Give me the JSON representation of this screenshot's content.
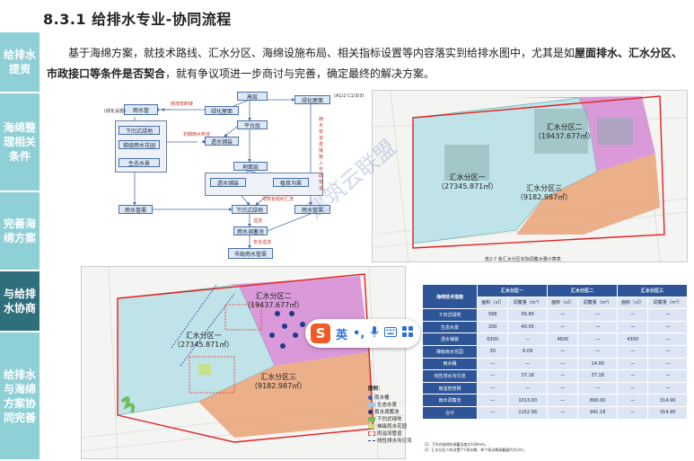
{
  "header": {
    "title": "8.3.1  给排水专业-协同流程"
  },
  "sidebar": {
    "items": [
      {
        "label": "给排水提资",
        "active": false
      },
      {
        "label": "海绵整理相关条件",
        "active": false
      },
      {
        "label": "完善海绵方案",
        "active": false
      },
      {
        "label": "与给排水协商",
        "active": true
      },
      {
        "label": "给排水与海绵方案协同完善",
        "active": false
      }
    ]
  },
  "intro": {
    "part1": "基于海绵方案，就技术路线、汇水分区、海绵设施布局、相关指标设置等内容落实到给排水图中，尤其是如",
    "bold1": "屋面排水、汇水分区、市政接口等条件是否契合",
    "part2": "，就有争议项进一步商讨与完善，确定最终的解决方案。"
  },
  "flowchart": {
    "nodes": {
      "greening": "(绿化设施)",
      "rain_pipe": "雨水管",
      "sunken_green": "下凹式绿地",
      "rain_garden": "梯级雨水花园",
      "eco_pool": "生态水景",
      "rain_well": "雨水管渠",
      "roof_green": "绿化屋面",
      "permeable": "透水铺装",
      "high_zone": "高层",
      "platform": "平台层",
      "ground": "地面层",
      "permeable2": "透水铺装",
      "grass_ditch": "植草沟渠",
      "sunken2": "下凹式绿地",
      "storage": "雨水调蓄池",
      "municipal": "市政雨水管渠",
      "roof_green2": "绿化屋面",
      "rain_pipe2": "雨水管渠",
      "side_text": "雨水管道直接接入市政管道"
    },
    "notes": {
      "n1": "雨落管断接",
      "n2": "初期雨水弃流",
      "n3": "(A1/2 C1/3/3)",
      "n4": "地表有组织汇流",
      "n5": "溢流",
      "n6": "安全溢流"
    }
  },
  "map_top": {
    "zones": [
      {
        "name": "汇水分区一",
        "area": "（27345.871㎡）"
      },
      {
        "name": "汇水分区二",
        "area": "（19437.677㎡）"
      },
      {
        "name": "汇水分区三",
        "area": "（9182.987㎡）"
      }
    ]
  },
  "map_bottom": {
    "zones": [
      {
        "name": "汇水分区一",
        "area": "（27345.871㎡）"
      },
      {
        "name": "汇水分区二",
        "area": "（19437.677㎡）"
      },
      {
        "name": "汇水分区三",
        "area": "（9182.987㎡）"
      }
    ],
    "legend_title": "图例：",
    "legend": [
      {
        "label": "雨水桶",
        "color": "#3a5fb0"
      },
      {
        "label": "生态水景",
        "color": "#9ec9e8"
      },
      {
        "label": "雨水调蓄池",
        "color": "#1f3c8a"
      },
      {
        "label": "下凹式绿地",
        "color": "#6cbf5a"
      },
      {
        "label": "梯级雨水花园",
        "color": "#c7e08a"
      },
      {
        "label": "雨溢流管道",
        "color": "#e84b4b"
      },
      {
        "label": "线性排水沟引流",
        "color": "#3a3a9a"
      }
    ]
  },
  "table": {
    "caption": "表2-7  各汇水分区实际调蓄水量计算表",
    "header_first": "海绵技术措施",
    "zones": [
      "汇水分区一",
      "汇水分区二",
      "汇水分区三"
    ],
    "sub": [
      "面积（㎡）",
      "调蓄量（m³）"
    ],
    "rows": [
      {
        "name": "下凹式绿地",
        "vals": [
          "568",
          "56.80",
          "—",
          "—",
          "—",
          "—"
        ]
      },
      {
        "name": "生态水景",
        "vals": [
          "200",
          "40.00",
          "—",
          "—",
          "—",
          "—"
        ]
      },
      {
        "name": "透水铺装",
        "vals": [
          "6300",
          "—",
          "4600",
          "—",
          "4300",
          "—"
        ]
      },
      {
        "name": "梯级雨水花园",
        "vals": [
          "30",
          "6.09",
          "—",
          "—",
          "—",
          "—"
        ]
      },
      {
        "name": "雨水桶",
        "vals": [
          "—",
          "—",
          "—",
          "14.00",
          "—",
          "—"
        ]
      },
      {
        "name": "线性排水沟引流",
        "vals": [
          "—",
          "37.18",
          "—",
          "37.18",
          "—",
          "—"
        ]
      },
      {
        "name": "雨溢管管网",
        "vals": [
          "—",
          "—",
          "—",
          "—",
          "—",
          "—"
        ]
      },
      {
        "name": "雨水调蓄池",
        "vals": [
          "—",
          "1013.00",
          "—",
          "890.00",
          "—",
          "314.90"
        ]
      },
      {
        "name": "合计",
        "vals": [
          "—",
          "1152.98",
          "—",
          "941.18",
          "—",
          "314.90"
        ]
      }
    ],
    "note1": "（1）下凹式绿地的调蓄深度为100mm。",
    "note2": "（2）汇水分区二有设置7个雨水桶，单个雨水桶调蓄量约为2m³。"
  },
  "ime": {
    "logo": "S",
    "lang": "英",
    "punct": "•,",
    "mic": "🎤",
    "keyboard": "⌨",
    "menu": "▦"
  },
  "watermark": "建筑云联盟"
}
